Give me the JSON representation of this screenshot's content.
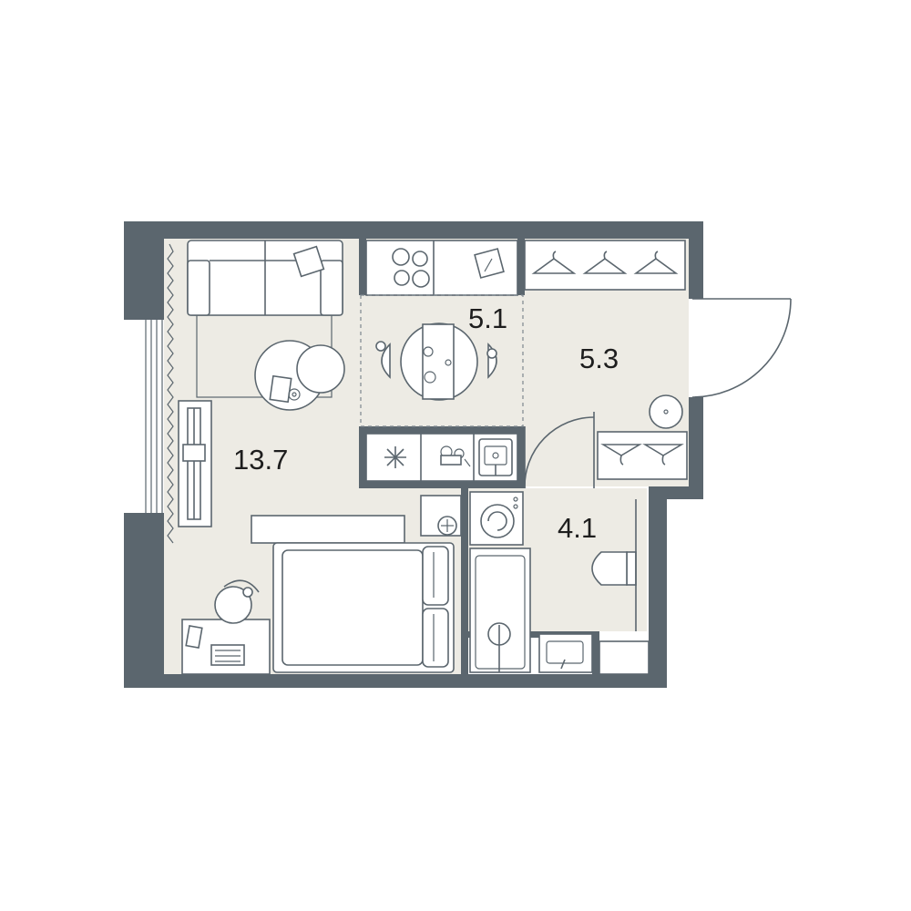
{
  "colors": {
    "wall": "#5b666e",
    "floor": "#edebe4",
    "furniture_stroke": "#5b666e",
    "furniture_fill": "#ffffff",
    "label": "#1e1e1e"
  },
  "rooms": {
    "living": {
      "area": "13.7"
    },
    "kitchen": {
      "area": "5.1"
    },
    "hall": {
      "area": "5.3"
    },
    "bathroom": {
      "area": "4.1"
    }
  },
  "icons": [
    "sofa-icon",
    "coffee-table-icon",
    "tv-stand-icon",
    "bed-icon",
    "desk-icon",
    "chair-icon",
    "dining-table-icon",
    "stove-icon",
    "kitchen-sink-icon",
    "washing-machine-icon",
    "bathtub-icon",
    "toilet-icon",
    "bathroom-sink-icon",
    "hanger-icon",
    "door-icon",
    "curtain-icon"
  ]
}
